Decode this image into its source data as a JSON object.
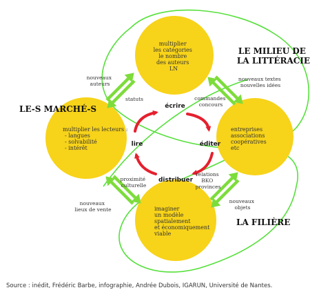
{
  "colors": {
    "circle": "#f7d31a",
    "cycle_arrow": "#e5202e",
    "link_arrow": "#7ddc3b",
    "loop_line": "#55e03a"
  },
  "titles": {
    "milieu": [
      "LE MILIEU DE",
      "LA LITTÉRACIE"
    ],
    "marches": "LE-S MARCHÉ-S",
    "filiere": "LA FILIÈRE"
  },
  "circles": {
    "top": [
      "multiplier",
      "les catégories",
      "le nombre",
      "des auteurs",
      "LN"
    ],
    "left": [
      "multiplier les lecteurs :",
      "- langues",
      "- solvabilité",
      "- intérêt"
    ],
    "right": [
      "entreprises",
      "associations",
      "coopératives",
      "etc"
    ],
    "bottom": [
      "imaginer",
      "un modèle",
      "spatialement",
      "et économiquement",
      "viable"
    ]
  },
  "verbs": {
    "ecrire": "écrire",
    "editer": "éditer",
    "distribuer": "distribuer",
    "lire": "lire"
  },
  "side_labels": {
    "nouveaux_auteurs": [
      "nouveaux",
      "auteurs"
    ],
    "statuts": "statuts",
    "nouveaux_textes": [
      "nouveaux textes",
      "nouvelles idées"
    ],
    "commandes": [
      "commandes",
      "concours"
    ],
    "relations": [
      "relations",
      "BKO",
      "provinces"
    ],
    "nouveaux_objets": [
      "nouveaux",
      "objets"
    ],
    "proximite": [
      "proximité",
      "culturelle"
    ],
    "nouveaux_lieux": [
      "nouveaux",
      "lieux de vente"
    ]
  },
  "source": "Source : inédit, Frédéric Barbe, infographie, Andrée Dubois, IGARUN, Université de Nantes."
}
